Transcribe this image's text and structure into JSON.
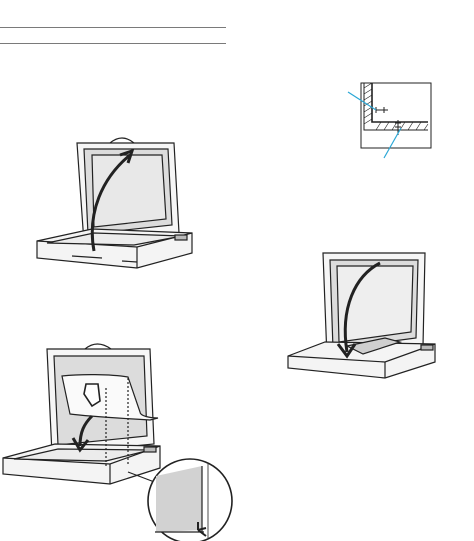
{
  "page": {
    "text": []
  },
  "figures": {
    "open_cover": {
      "icon": "scanner-open-cover-illustration"
    },
    "corner_detail": {
      "icon": "document-corner-alignment-illustration"
    },
    "place_document": {
      "icon": "scanner-place-document-illustration"
    },
    "close_cover": {
      "icon": "scanner-close-cover-illustration"
    }
  },
  "colors": {
    "line": "#222222",
    "accent": "#2aa7d6",
    "gray_fill": "#cfcfcf",
    "light_fill": "#f2f2f2"
  }
}
